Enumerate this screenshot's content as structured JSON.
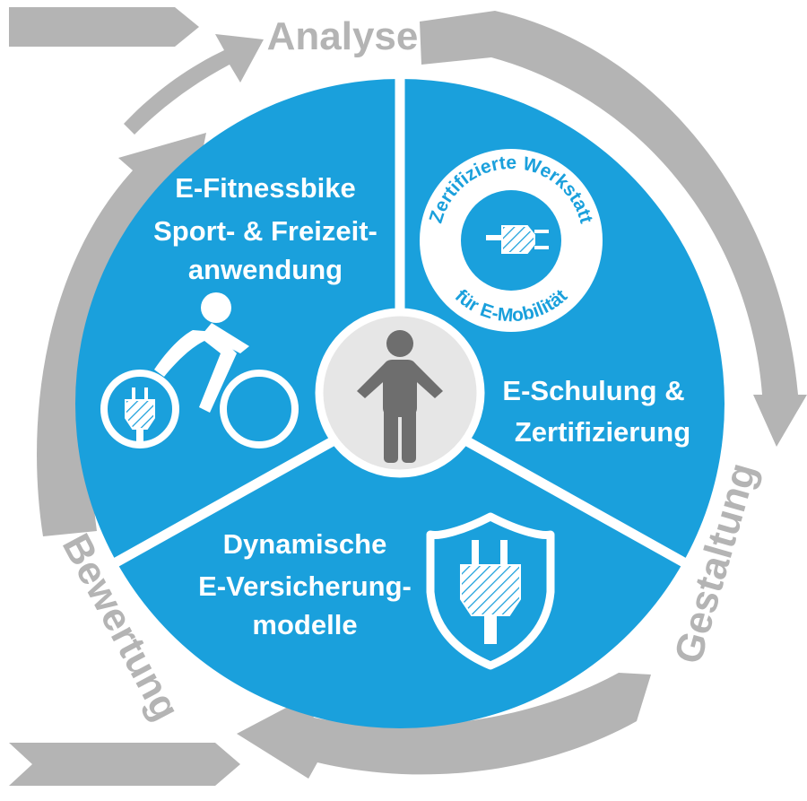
{
  "cycle": {
    "analyse": "Analyse",
    "gestaltung": "Gestaltung",
    "bewertung": "Bewertung"
  },
  "segments": {
    "fitness": {
      "line1": "E-Fitnessbike",
      "line2": "Sport- & Freizeit-",
      "line3": "anwendung"
    },
    "schulung": {
      "line1": "E-Schulung &",
      "line2": "Zertifizierung"
    },
    "versicherung": {
      "line1": "Dynamische",
      "line2": "E-Versicherung-",
      "line3": "modelle"
    }
  },
  "badge": {
    "top": "Zertifizierte Werkstatt",
    "bottom": "für E-Mobilität"
  },
  "colors": {
    "blue": "#1aa0dc",
    "gray": "#b4b4b4",
    "dark_gray": "#6e6e6e",
    "white": "#ffffff"
  },
  "icons": [
    "cyclist-icon",
    "e-plug-icon",
    "person-icon",
    "shield-plug-icon",
    "certified-badge-icon"
  ]
}
